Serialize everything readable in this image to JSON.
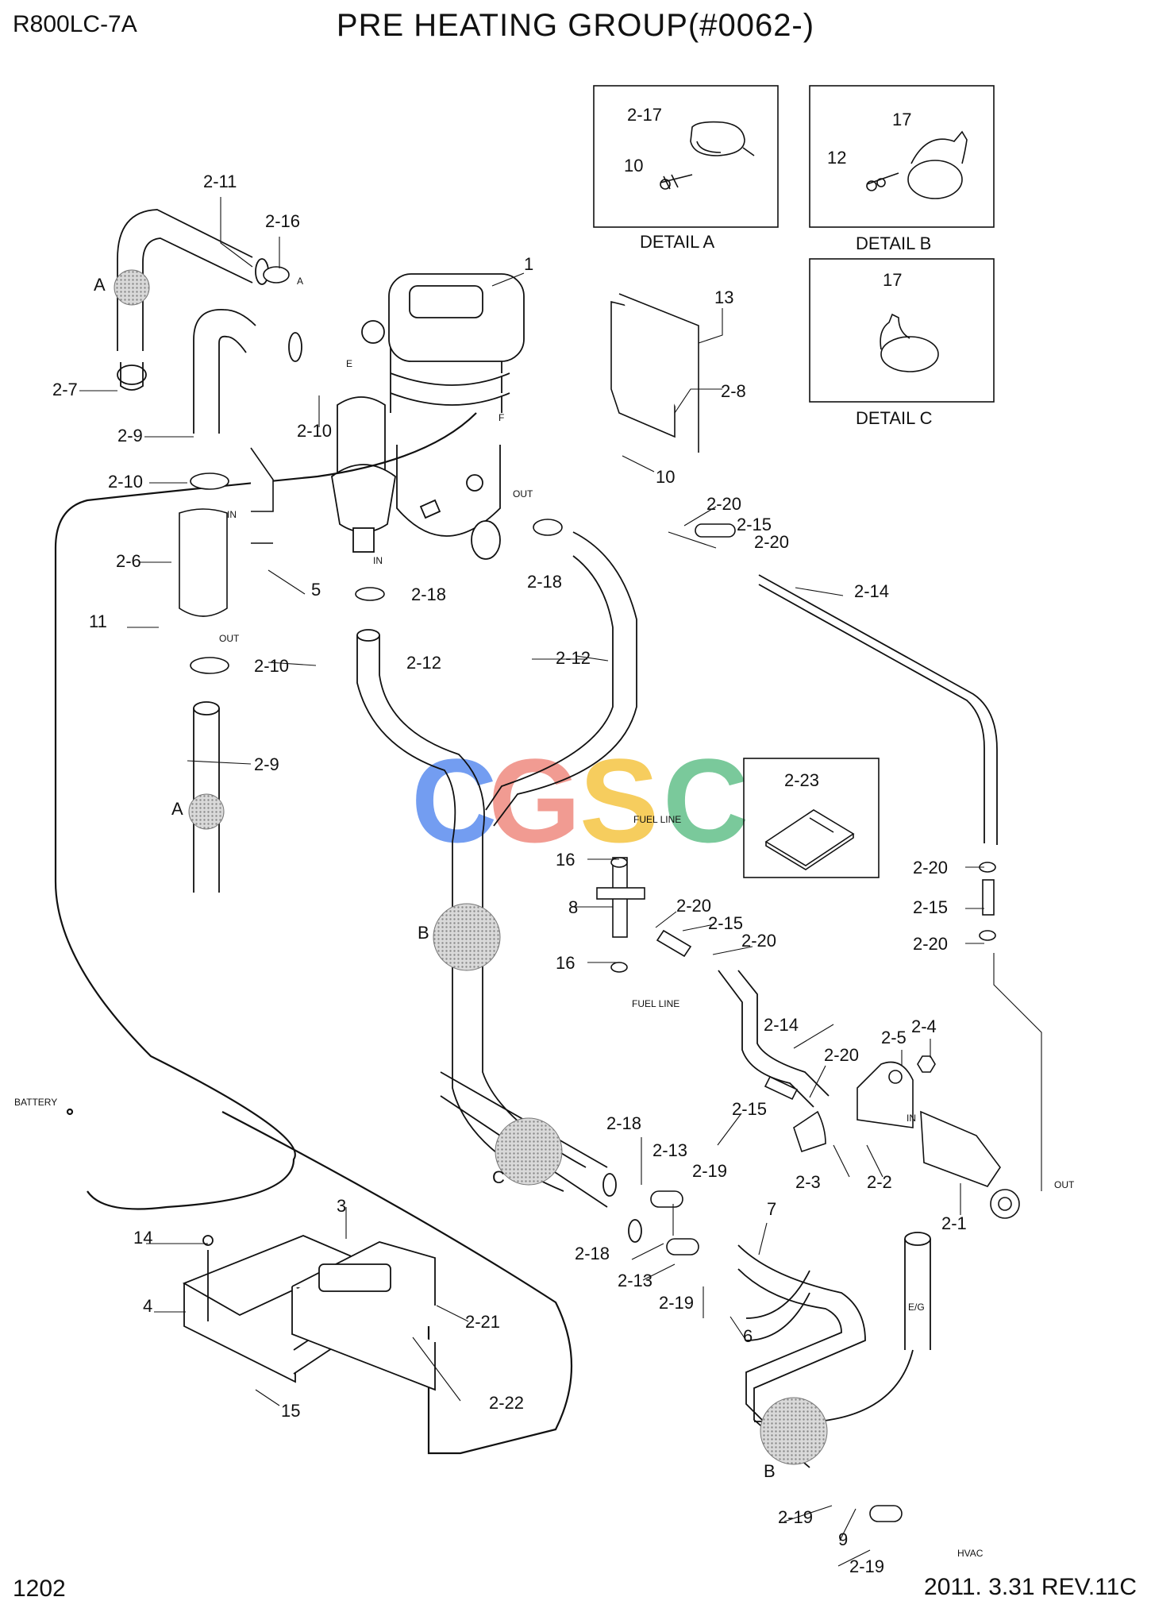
{
  "header": {
    "model": "R800LC-7A",
    "title": "PRE HEATING GROUP(#0062-)"
  },
  "footer": {
    "page": "1202",
    "revision": "2011. 3.31  REV.11C"
  },
  "watermark": {
    "text": "CGSC",
    "colors": [
      "#5b8def",
      "#ef8a80",
      "#f5c542",
      "#63c08a"
    ]
  },
  "details": [
    {
      "caption": "DETAIL A",
      "parts": [
        "2-17",
        "10"
      ]
    },
    {
      "caption": "DETAIL B",
      "parts": [
        "17",
        "12"
      ]
    },
    {
      "caption": "DETAIL C",
      "parts": [
        "17"
      ]
    }
  ],
  "manual_box": {
    "part": "2-23"
  },
  "callouts": [
    {
      "label": "2-11"
    },
    {
      "label": "2-16"
    },
    {
      "label": "A"
    },
    {
      "label": "1"
    },
    {
      "label": "2-7"
    },
    {
      "label": "2-9"
    },
    {
      "label": "2-10"
    },
    {
      "label": "13"
    },
    {
      "label": "2-8"
    },
    {
      "label": "10"
    },
    {
      "label": "2-10"
    },
    {
      "label": "2-6"
    },
    {
      "label": "5"
    },
    {
      "label": "11"
    },
    {
      "label": "2-10"
    },
    {
      "label": "2-18"
    },
    {
      "label": "2-18"
    },
    {
      "label": "2-20"
    },
    {
      "label": "2-15"
    },
    {
      "label": "2-20"
    },
    {
      "label": "2-14"
    },
    {
      "label": "2-12"
    },
    {
      "label": "2-12"
    },
    {
      "label": "2-9"
    },
    {
      "label": "A"
    },
    {
      "label": "16"
    },
    {
      "label": "8"
    },
    {
      "label": "2-20"
    },
    {
      "label": "2-15"
    },
    {
      "label": "2-20"
    },
    {
      "label": "16"
    },
    {
      "label": "B"
    },
    {
      "label": "2-20"
    },
    {
      "label": "2-15"
    },
    {
      "label": "2-20"
    },
    {
      "label": "2-14"
    },
    {
      "label": "2-20"
    },
    {
      "label": "2-15"
    },
    {
      "label": "2-5"
    },
    {
      "label": "2-4"
    },
    {
      "label": "2-3"
    },
    {
      "label": "2-2"
    },
    {
      "label": "2-1"
    },
    {
      "label": "2-18"
    },
    {
      "label": "2-13"
    },
    {
      "label": "2-19"
    },
    {
      "label": "C"
    },
    {
      "label": "2-18"
    },
    {
      "label": "2-13"
    },
    {
      "label": "2-19"
    },
    {
      "label": "7"
    },
    {
      "label": "6"
    },
    {
      "label": "3"
    },
    {
      "label": "14"
    },
    {
      "label": "4"
    },
    {
      "label": "2-21"
    },
    {
      "label": "2-22"
    },
    {
      "label": "15"
    },
    {
      "label": "B"
    },
    {
      "label": "2-19"
    },
    {
      "label": "9"
    },
    {
      "label": "2-19"
    }
  ],
  "small_labels": [
    {
      "text": "A"
    },
    {
      "text": "E"
    },
    {
      "text": "F"
    },
    {
      "text": "OUT"
    },
    {
      "text": "IN"
    },
    {
      "text": "IN"
    },
    {
      "text": "OUT"
    },
    {
      "text": "FUEL LINE"
    },
    {
      "text": "FUEL LINE"
    },
    {
      "text": "BATTERY"
    },
    {
      "text": "IN"
    },
    {
      "text": "OUT"
    },
    {
      "text": "E/G"
    },
    {
      "text": "HVAC"
    }
  ]
}
